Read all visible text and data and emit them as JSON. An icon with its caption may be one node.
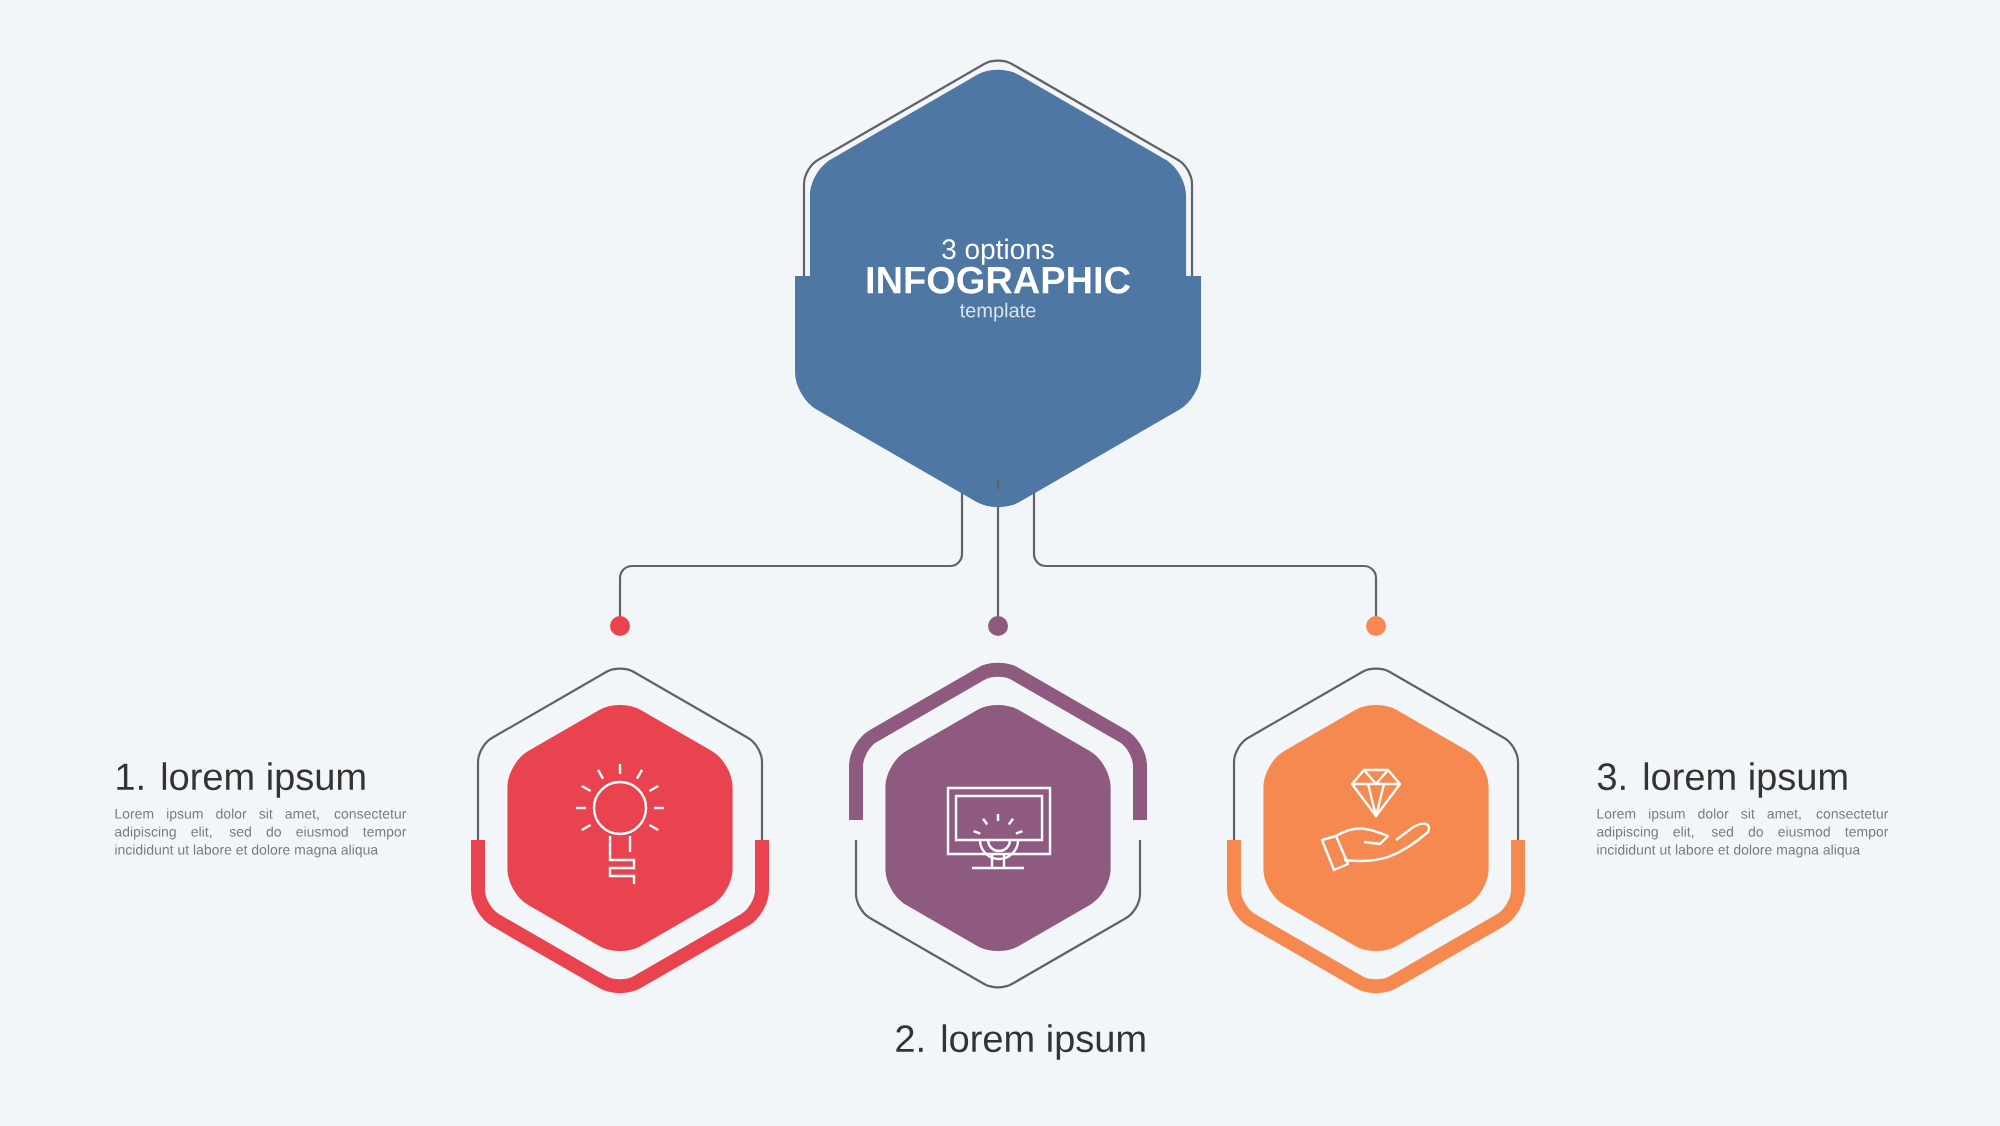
{
  "diagram": {
    "nodes": [
      {
        "text": [
          "3 options",
          "INFOGRAPHIC",
          "template"
        ]
      },
      {
        "text": [],
        "shape": "hexagon",
        "beside": [
          "1. lorem ipsum",
          "Lorem ipsum dolor sit amet, consectetur adipiscing elit, sed do eiusmod tempor incididunt ut labore et dolore magna aliqua"
        ]
      },
      {
        "text": [],
        "shape": "hexagon",
        "beside": [
          "2. lorem ipsum"
        ]
      },
      {
        "text": [],
        "shape": "hexagon",
        "beside": [
          "3. lorem ipsum",
          "Lorem ipsum dolor sit amet, consectetur adipiscing elit, sed do eiusmod tempor incididunt ut labore et dolore magna aliqua"
        ]
      }
    ],
    "edges": [
      {
        "from": 0,
        "to": 1,
        "arrow": "other"
      },
      {
        "from": 0,
        "to": 2,
        "arrow": "other"
      },
      {
        "from": 0,
        "to": 3,
        "arrow": "other"
      }
    ]
  }
}
